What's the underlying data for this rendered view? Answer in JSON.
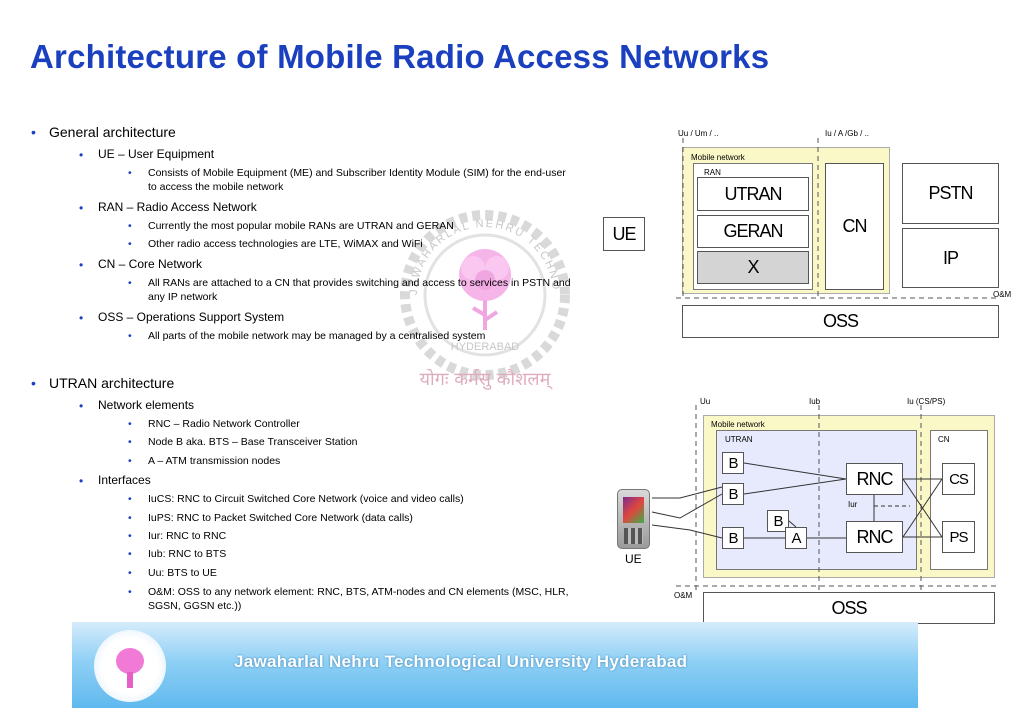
{
  "title": "Architecture of Mobile Radio Access Networks",
  "watermark": {
    "arc_text": "JAWAHARLAL NEHRU TECHNOLOGICAL UNIVERSITY",
    "city": "HYDERABAD",
    "motto": "योगः कर्मसु कौशलम्"
  },
  "general": {
    "heading": "General architecture",
    "ue": {
      "label": "UE – User Equipment",
      "desc": "Consists of Mobile Equipment (ME) and Subscriber Identity Module (SIM) for the end-user to access the mobile network"
    },
    "ran": {
      "label": "RAN – Radio Access Network",
      "desc1": "Currently the most popular mobile RANs are UTRAN and GERAN",
      "desc2": "Other radio access technologies are LTE, WiMAX and WiFi"
    },
    "cn": {
      "label": "CN – Core Network",
      "desc": "All RANs are attached to a CN that provides switching and access to services in PSTN and any IP network"
    },
    "oss": {
      "label": "OSS – Operations Support System",
      "desc": "All parts of the mobile network may be managed by a centralised system"
    }
  },
  "utran": {
    "heading": "UTRAN architecture",
    "elements_label": "Network elements",
    "elements": [
      "RNC – Radio Network Controller",
      "Node B aka. BTS – Base Transceiver Station",
      "A – ATM transmission nodes"
    ],
    "interfaces_label": "Interfaces",
    "interfaces": [
      "IuCS: RNC to Circuit Switched Core Network (voice and video calls)",
      "IuPS: RNC to Packet Switched Core Network (data calls)",
      "Iur: RNC to RNC",
      "Iub: RNC to BTS",
      "Uu: BTS to UE",
      "O&M: OSS to any network element: RNC, BTS, ATM-nodes and CN elements (MSC, HLR, SGSN, GGSN etc.))"
    ]
  },
  "diagram1": {
    "uu": "Uu / Um / ..",
    "iu": "Iu / A /Gb / ..",
    "mobile_network": "Mobile network",
    "ran": "RAN",
    "utran": "UTRAN",
    "geran": "GERAN",
    "x": "X",
    "cn": "CN",
    "pstn": "PSTN",
    "ip": "IP",
    "ue": "UE",
    "om": "O&M",
    "oss": "OSS"
  },
  "diagram2": {
    "uu": "Uu",
    "iub": "Iub",
    "iu": "Iu (CS/PS)",
    "mobile_network": "Mobile network",
    "utran": "UTRAN",
    "cn": "CN",
    "b": "B",
    "a": "A",
    "rnc": "RNC",
    "iur": "Iur",
    "cs": "CS",
    "ps": "PS",
    "ue": "UE",
    "om": "O&M",
    "oss": "OSS"
  },
  "footer": {
    "text": "Jawaharlal Nehru Technological University Hyderabad"
  },
  "colors": {
    "title": "#1a3fbf",
    "mobile_network_fill": "#fbf8c8",
    "utran_fill": "#e6eafc",
    "footer": "#5fb9ee"
  }
}
